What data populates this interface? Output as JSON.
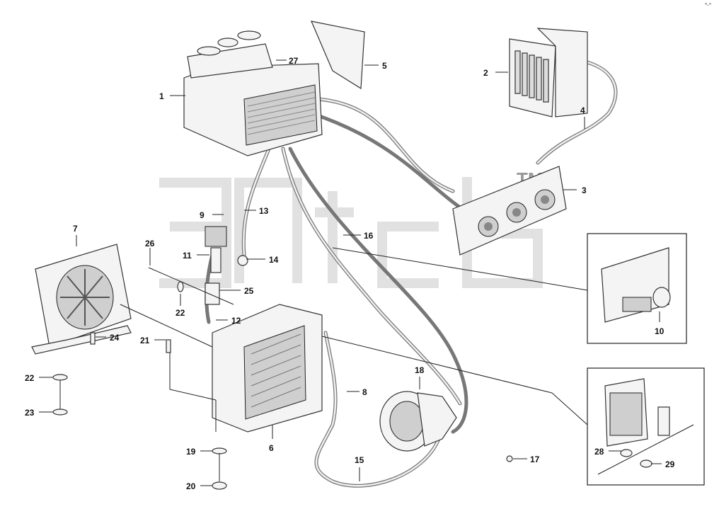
{
  "watermark": {
    "text": "antd",
    "tm": "TM"
  },
  "corner_mark": "°·°",
  "callouts": [
    {
      "id": "c1",
      "label": "1"
    },
    {
      "id": "c2",
      "label": "2"
    },
    {
      "id": "c3",
      "label": "3"
    },
    {
      "id": "c4",
      "label": "4"
    },
    {
      "id": "c5",
      "label": "5"
    },
    {
      "id": "c6",
      "label": "6"
    },
    {
      "id": "c7",
      "label": "7"
    },
    {
      "id": "c8",
      "label": "8"
    },
    {
      "id": "c9",
      "label": "9"
    },
    {
      "id": "c10",
      "label": "10"
    },
    {
      "id": "c11",
      "label": "11"
    },
    {
      "id": "c12",
      "label": "12"
    },
    {
      "id": "c13",
      "label": "13"
    },
    {
      "id": "c14",
      "label": "14"
    },
    {
      "id": "c15",
      "label": "15"
    },
    {
      "id": "c16",
      "label": "16"
    },
    {
      "id": "c17",
      "label": "17"
    },
    {
      "id": "c18",
      "label": "18"
    },
    {
      "id": "c19",
      "label": "19"
    },
    {
      "id": "c20",
      "label": "20"
    },
    {
      "id": "c21",
      "label": "21"
    },
    {
      "id": "c22a",
      "label": "22"
    },
    {
      "id": "c22b",
      "label": "22"
    },
    {
      "id": "c23",
      "label": "23"
    },
    {
      "id": "c24",
      "label": "24"
    },
    {
      "id": "c25",
      "label": "25"
    },
    {
      "id": "c26",
      "label": "26"
    },
    {
      "id": "c27",
      "label": "27"
    },
    {
      "id": "c28",
      "label": "28"
    },
    {
      "id": "c29",
      "label": "29"
    }
  ]
}
